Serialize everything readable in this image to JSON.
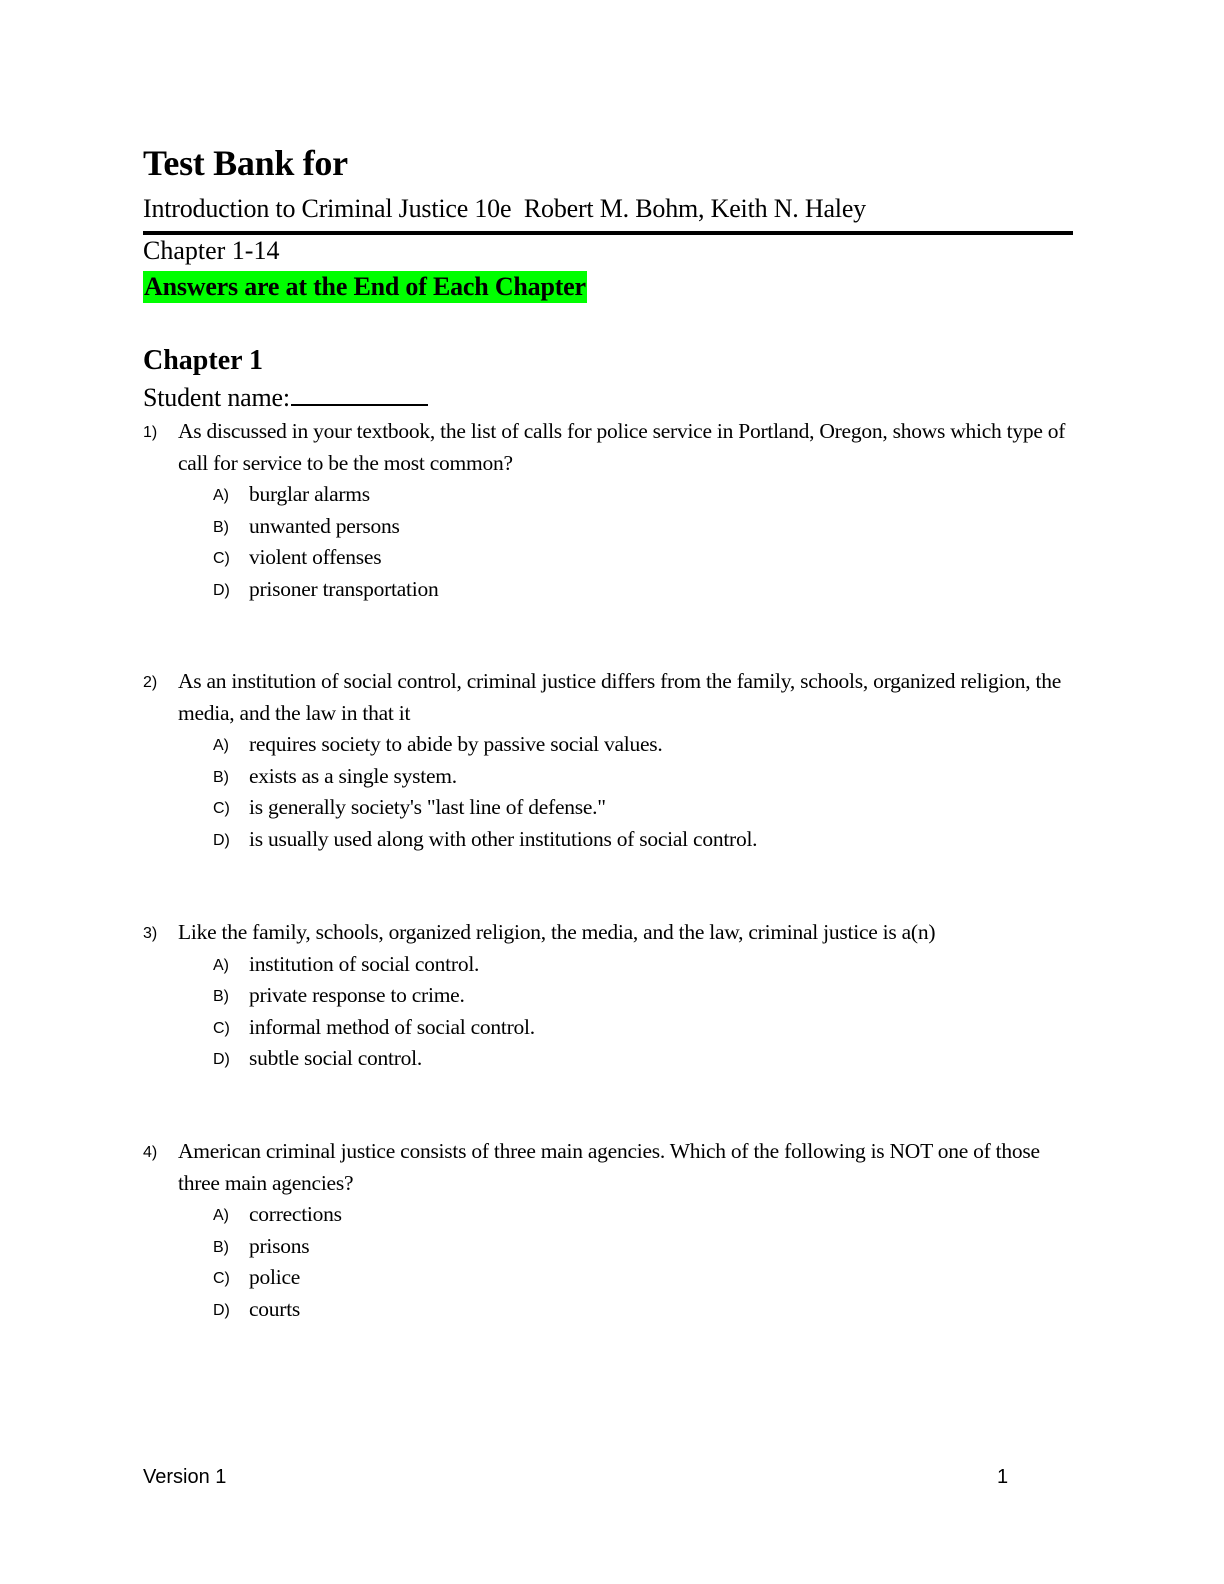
{
  "document": {
    "title": "Test Bank for",
    "subtitle": "Introduction to Criminal Justice 10e  Robert M. Bohm, Keith N. Haley",
    "chapter_range": "Chapter 1-14",
    "highlight_note": "Answers are at the End of Each Chapter",
    "highlight_color": "#00ff00"
  },
  "chapter": {
    "heading": "Chapter 1",
    "student_name_label": "Student name:"
  },
  "questions": [
    {
      "number": "1)",
      "text": "As discussed in your textbook, the list of calls for police service in Portland, Oregon, shows which type of call for service to be the most common?",
      "options": [
        {
          "label": "A)",
          "text": "burglar alarms"
        },
        {
          "label": "B)",
          "text": "unwanted persons"
        },
        {
          "label": "C)",
          "text": "violent offenses"
        },
        {
          "label": "D)",
          "text": "prisoner transportation"
        }
      ]
    },
    {
      "number": "2)",
      "text": "As an institution of social control, criminal justice differs from the family, schools, organized religion, the media, and the law in that it",
      "options": [
        {
          "label": "A)",
          "text": "requires society to abide by passive social values."
        },
        {
          "label": "B)",
          "text": "exists as a single system."
        },
        {
          "label": "C)",
          "text": "is generally society's \"last line of defense.\""
        },
        {
          "label": "D)",
          "text": "is usually used along with other institutions of social control."
        }
      ]
    },
    {
      "number": "3)",
      "text": "Like the family, schools, organized religion, the media, and the law, criminal justice is a(n)",
      "options": [
        {
          "label": "A)",
          "text": "institution of social control."
        },
        {
          "label": "B)",
          "text": "private response to crime."
        },
        {
          "label": "C)",
          "text": "informal method of social control."
        },
        {
          "label": "D)",
          "text": "subtle social control."
        }
      ]
    },
    {
      "number": "4)",
      "text": "American criminal justice consists of three main agencies. Which of the following is NOT one of those three main agencies?",
      "options": [
        {
          "label": "A)",
          "text": "corrections"
        },
        {
          "label": "B)",
          "text": "prisons"
        },
        {
          "label": "C)",
          "text": "police"
        },
        {
          "label": "D)",
          "text": "courts"
        }
      ]
    }
  ],
  "footer": {
    "version": "Version 1",
    "page_number": "1"
  }
}
